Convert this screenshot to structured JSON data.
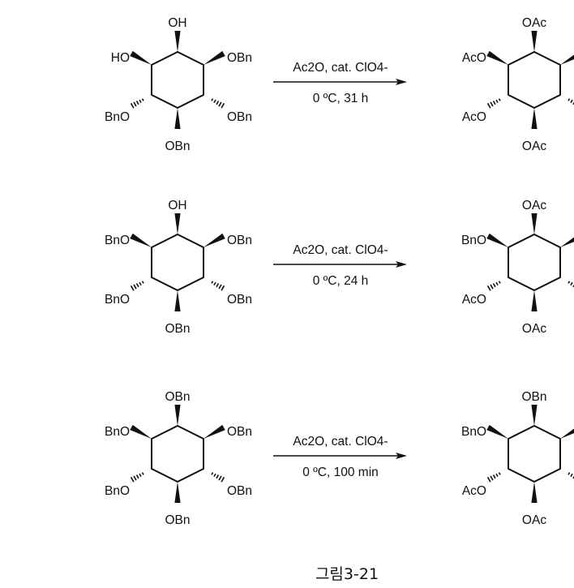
{
  "reactions": [
    {
      "reactant": {
        "top": "OH",
        "upper_left": "HO",
        "upper_right": "OBn",
        "lower_left": "BnO",
        "lower_right": "OBn",
        "bottom": "OBn"
      },
      "reagent": "Ac2O, cat. ClO4-",
      "conditions": "0 ºC, 31 h",
      "product": {
        "top": "OAc",
        "upper_left": "AcO",
        "lower_left": "AcO",
        "bottom": "OAc"
      }
    },
    {
      "reactant": {
        "top": "OH",
        "upper_left": "BnO",
        "upper_right": "OBn",
        "lower_left": "BnO",
        "lower_right": "OBn",
        "bottom": "OBn"
      },
      "reagent": "Ac2O, cat. ClO4-",
      "conditions": "0 ºC, 24 h",
      "product": {
        "top": "OAc",
        "upper_left": "BnO",
        "lower_left": "AcO",
        "bottom": "OAc"
      }
    },
    {
      "reactant": {
        "top": "OBn",
        "upper_left": "BnO",
        "upper_right": "OBn",
        "lower_left": "BnO",
        "lower_right": "OBn",
        "bottom": "OBn"
      },
      "reagent": "Ac2O, cat. ClO4-",
      "conditions": "0 ºC, 100 min",
      "product": {
        "top": "OBn",
        "upper_left": "BnO",
        "lower_left": "AcO",
        "bottom": "OAc"
      }
    }
  ],
  "caption": "그림3-21"
}
